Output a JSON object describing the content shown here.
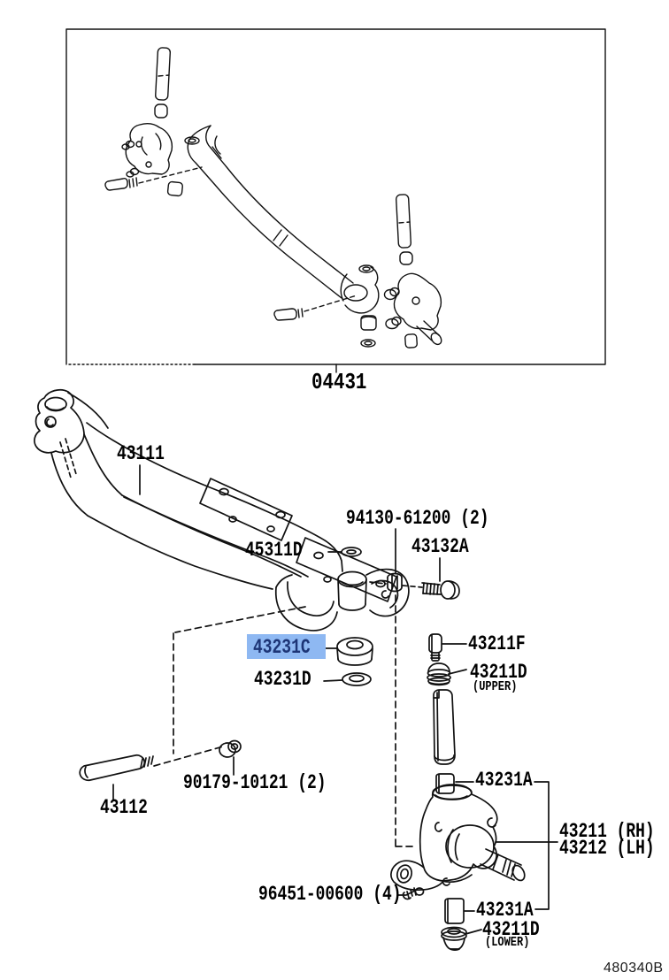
{
  "diagram_code": "480340B",
  "kit": {
    "label": "04431"
  },
  "highlight": {
    "part": "43231C",
    "bg_color": "#8eb8f2",
    "text_color": "#1d3576"
  },
  "parts": {
    "crossmember": {
      "label": "43111"
    },
    "collar": {
      "label": "45311D"
    },
    "bolt_set": {
      "label": "94130-61200 (2)"
    },
    "cam_bolt": {
      "label": "43132A"
    },
    "cushion": {
      "label": "43231C"
    },
    "retainer": {
      "label": "43231D"
    },
    "plug": {
      "label": "43211F"
    },
    "cap_upper": {
      "label": "43211D",
      "note": "(UPPER)"
    },
    "bushing_upper": {
      "label": "43231A"
    },
    "knuckle_rh": {
      "label": "43211 (RH)"
    },
    "knuckle_lh": {
      "label": "43212 (LH)"
    },
    "bushing_lower": {
      "label": "43231A"
    },
    "cap_lower": {
      "label": "43211D",
      "note": "(LOWER)"
    },
    "grease_fitting": {
      "label": "96451-00600 (4)"
    },
    "lock_nut": {
      "label": "90179-10121 (2)"
    },
    "pivot_pin": {
      "label": "43112"
    }
  }
}
